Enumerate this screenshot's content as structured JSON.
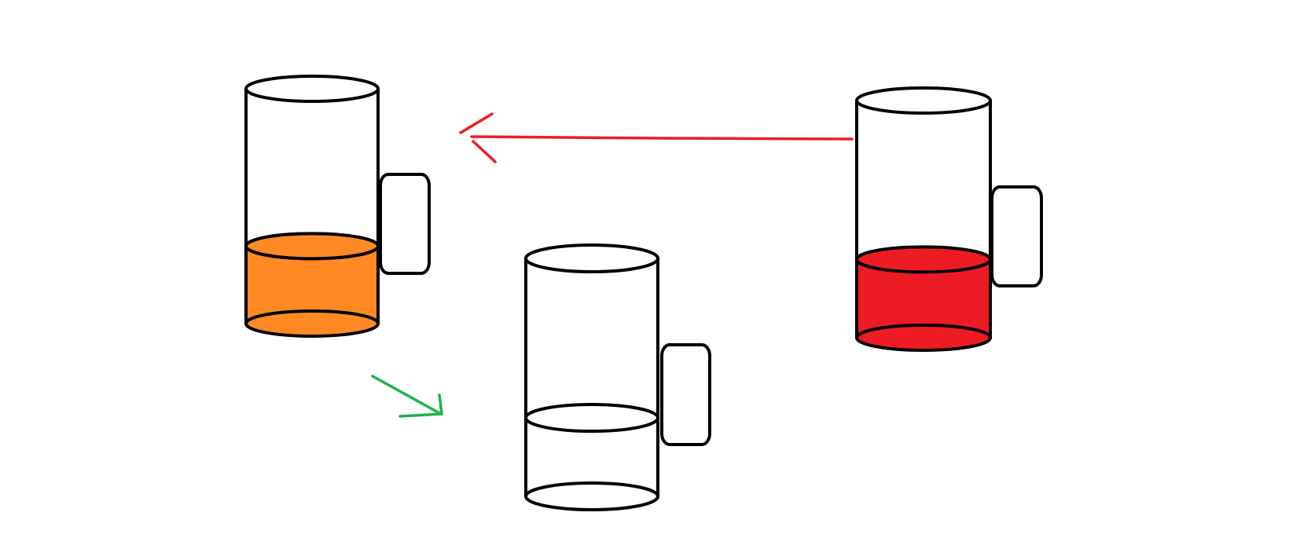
{
  "colors": {
    "background": "#ffffff",
    "outline": "#000000",
    "red_arrow": "#ed1c24",
    "green_arrow": "#22b14c"
  },
  "cups": [
    {
      "id": "left",
      "liquid_color": "#ff8a25",
      "fill_level": 0.33
    },
    {
      "id": "center",
      "liquid_color": "#ffffff",
      "fill_level": 0.33
    },
    {
      "id": "right",
      "liquid_color": "#ed1c24",
      "fill_level": 0.33
    }
  ],
  "arrows": [
    {
      "id": "red",
      "color": "#ed1c24",
      "from": "right",
      "to": "left"
    },
    {
      "id": "green",
      "color": "#22b14c",
      "from": "left",
      "to": "center"
    }
  ]
}
